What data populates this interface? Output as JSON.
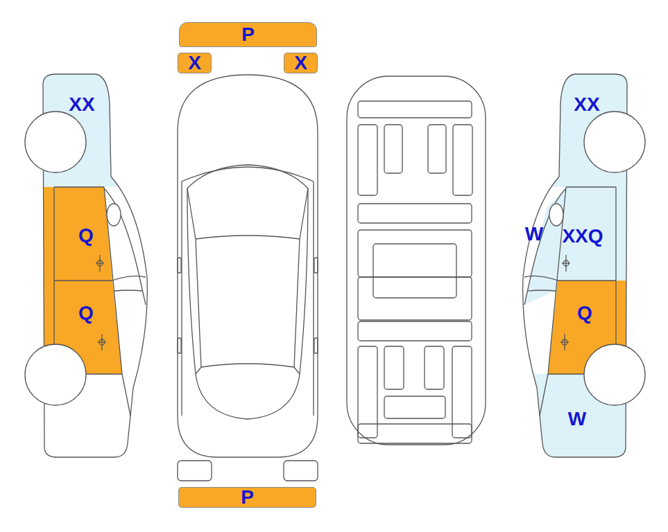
{
  "diagram": {
    "nodes": [
      {
        "text": [
          "P"
        ]
      },
      {
        "text": [
          "X"
        ]
      },
      {
        "text": [
          "X"
        ]
      },
      {
        "text": [
          "P"
        ]
      }
    ],
    "labels": [
      "XX",
      "XX",
      "W",
      "Q",
      "XXQ",
      "Q",
      "Q",
      "W"
    ]
  }
}
